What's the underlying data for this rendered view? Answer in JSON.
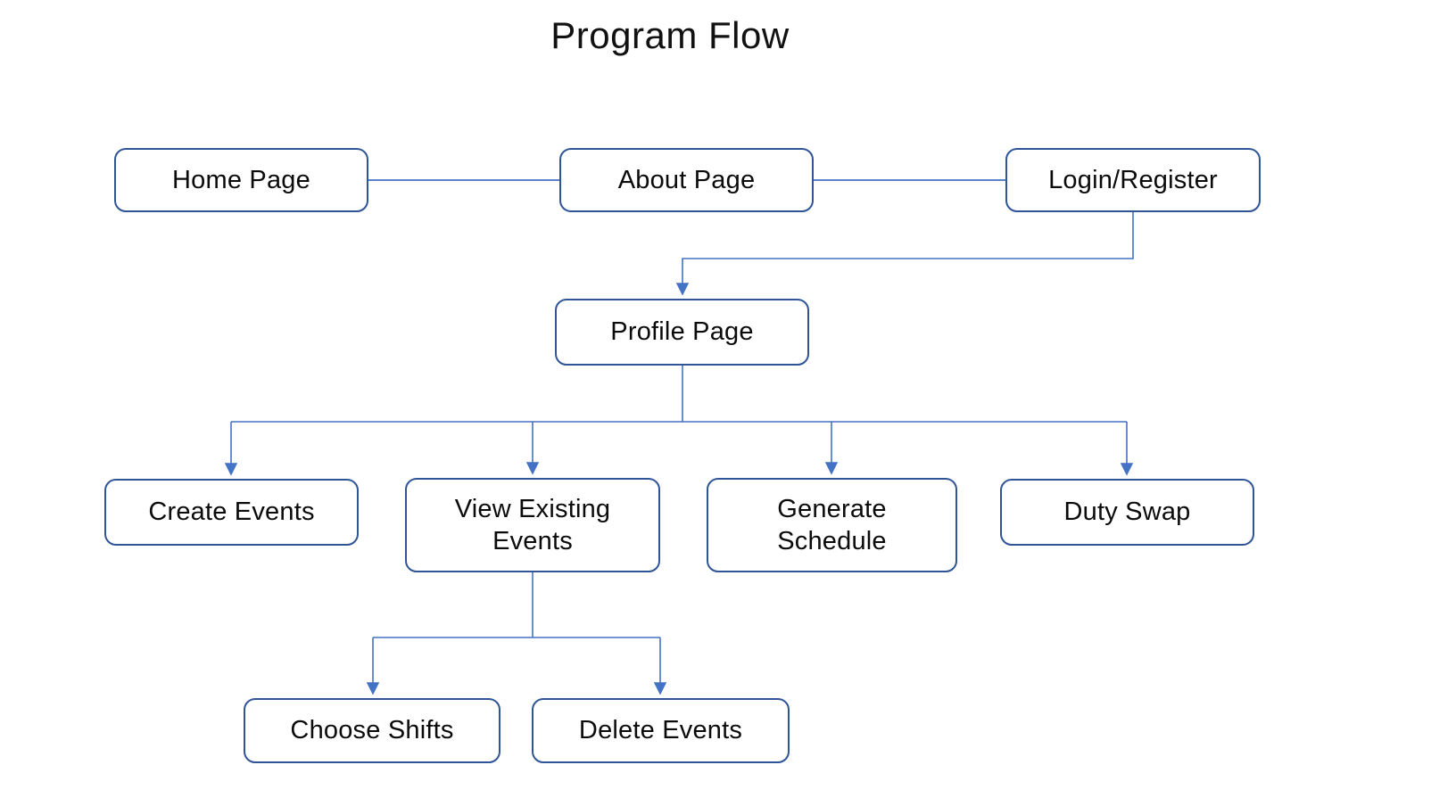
{
  "title": "Program Flow",
  "colors": {
    "box_border": "#2f5597",
    "box_fill": "#ffffff",
    "connector": "#4472c4",
    "arrowhead": "#4472c4",
    "text": "#0b0b0b",
    "background": "#ffffff"
  },
  "nodes": {
    "home": {
      "label": "Home Page"
    },
    "about": {
      "label": "About Page"
    },
    "login": {
      "label": "Login/Register"
    },
    "profile": {
      "label": "Profile Page"
    },
    "create": {
      "label": "Create Events"
    },
    "view": {
      "label": "View Existing\nEvents"
    },
    "generate": {
      "label": "Generate\nSchedule"
    },
    "duty": {
      "label": "Duty Swap"
    },
    "choose": {
      "label": "Choose Shifts"
    },
    "delete": {
      "label": "Delete Events"
    }
  },
  "edges": [
    {
      "from": "home",
      "to": "about",
      "arrow": false
    },
    {
      "from": "about",
      "to": "login",
      "arrow": false
    },
    {
      "from": "login",
      "to": "profile",
      "arrow": true
    },
    {
      "from": "profile",
      "to": "create",
      "arrow": true
    },
    {
      "from": "profile",
      "to": "view",
      "arrow": true
    },
    {
      "from": "profile",
      "to": "generate",
      "arrow": true
    },
    {
      "from": "profile",
      "to": "duty",
      "arrow": true
    },
    {
      "from": "view",
      "to": "choose",
      "arrow": true
    },
    {
      "from": "view",
      "to": "delete",
      "arrow": true
    }
  ]
}
